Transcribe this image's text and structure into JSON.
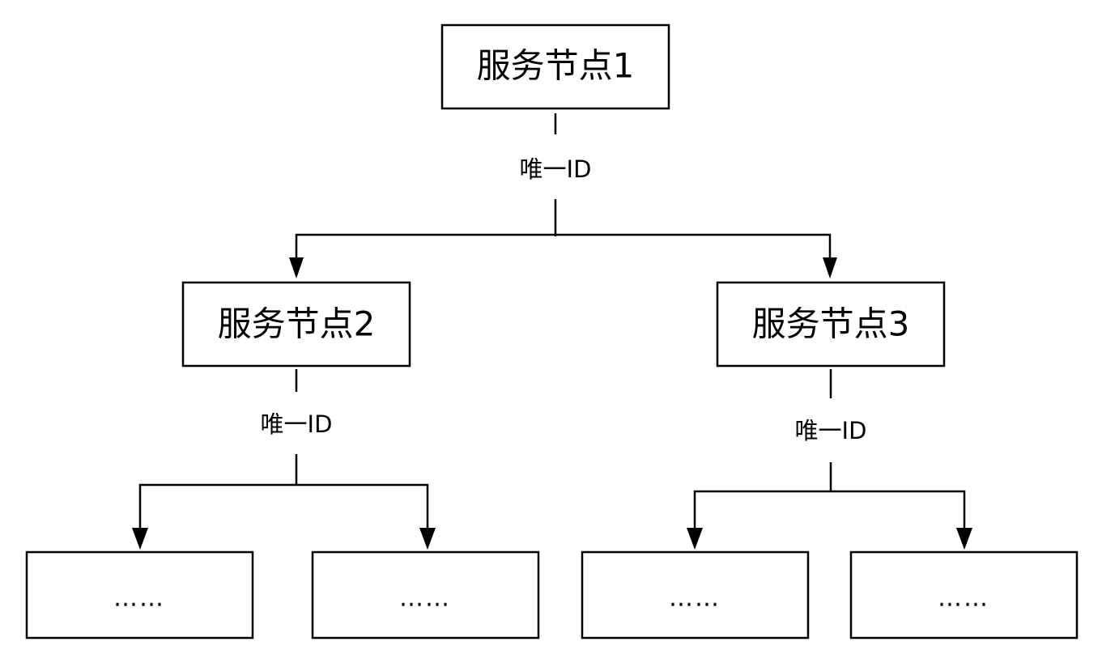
{
  "nodes": {
    "node1": "服务节点1",
    "node2": "服务节点2",
    "node3": "服务节点3"
  },
  "edge_labels": {
    "from_node1": "唯一ID",
    "from_node2": "唯一ID",
    "from_node3": "唯一ID"
  },
  "leaves": [
    "……",
    "……",
    "……",
    "……"
  ],
  "colors": {
    "stroke": "#000000",
    "background": "#ffffff"
  }
}
